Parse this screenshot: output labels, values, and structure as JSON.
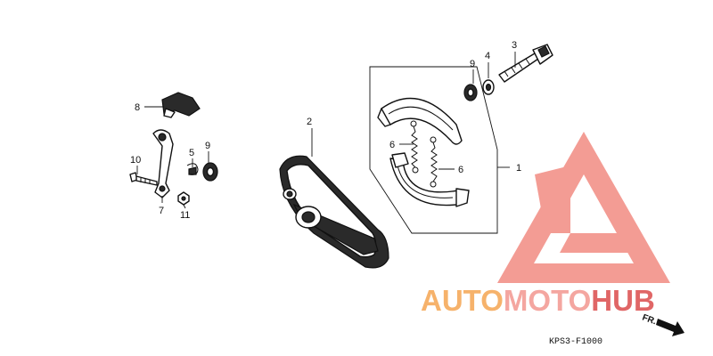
{
  "callouts": {
    "c1": "1",
    "c2": "2",
    "c3": "3",
    "c4": "4",
    "c5": "5",
    "c6a": "6",
    "c6b": "6",
    "c7": "7",
    "c8": "8",
    "c9a": "9",
    "c9b": "9",
    "c10": "10",
    "c11": "11"
  },
  "direction_label": "FR.",
  "diagram_code": "KPS3-F1000",
  "watermark": {
    "auto": "AUTO",
    "moto": "MOTO",
    "hub": "HUB",
    "color_auto": "#f6b26b",
    "color_moto": "#f4a6a0",
    "color_hub": "#e06666",
    "color_triangle": "#f28b82"
  }
}
